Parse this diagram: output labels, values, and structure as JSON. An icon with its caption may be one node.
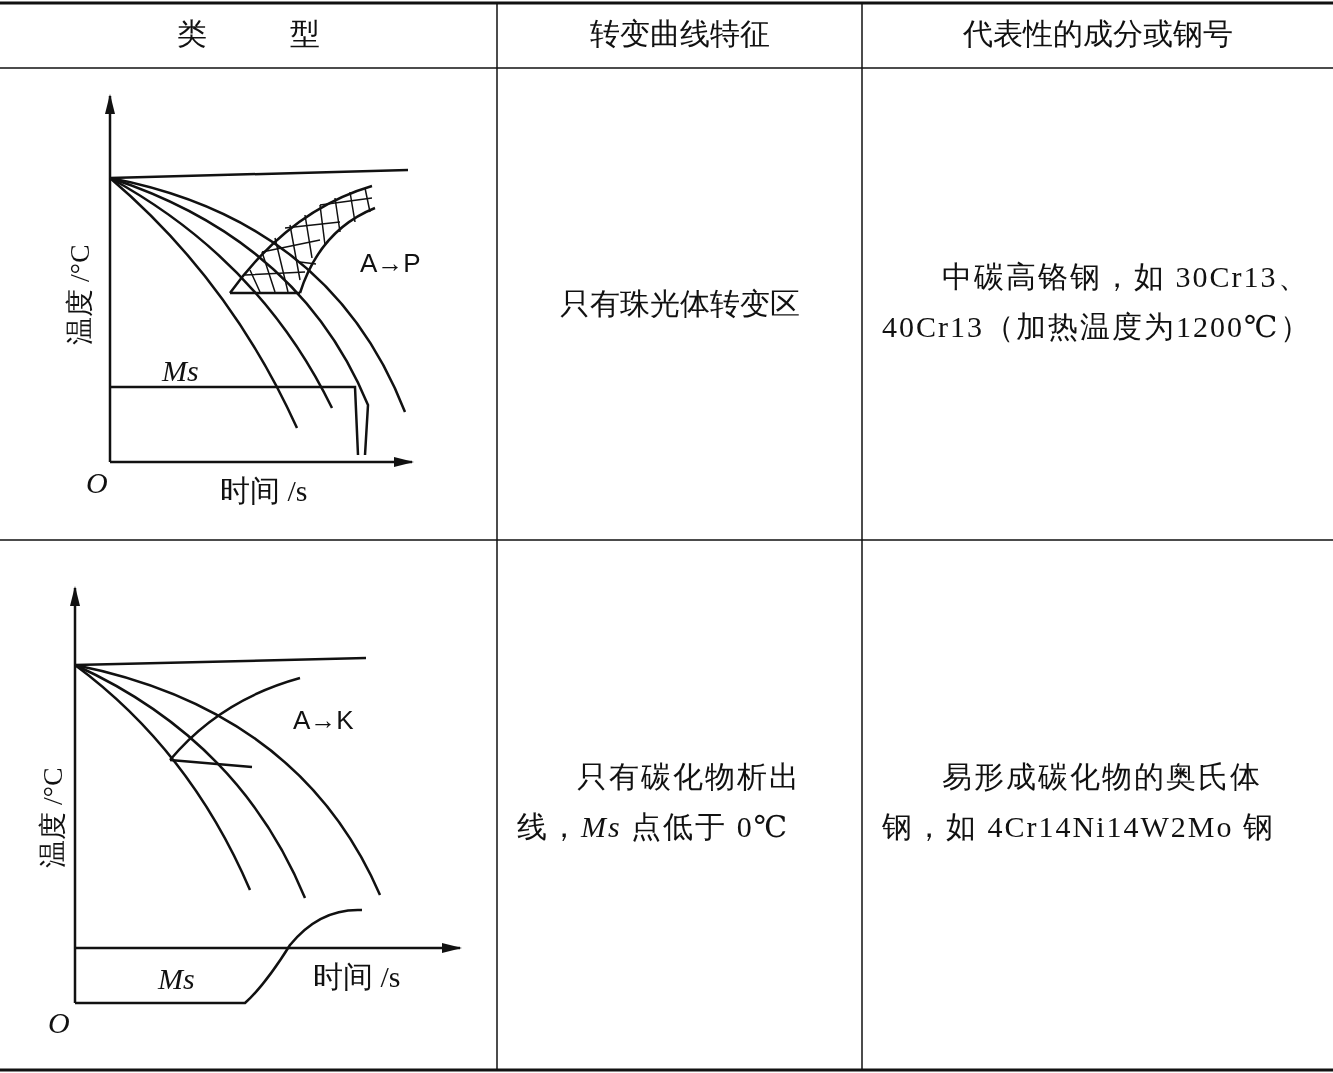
{
  "diagram": {
    "labels": [
      "类 型",
      "转变曲线特征",
      "代表性的成分或钢号",
      "A→P",
      "温度 /°C",
      "Ms",
      "O",
      "时间 /s",
      "只有珠光体转变区",
      "中碳高铬钢，如 30Cr13、40Cr13（加热温度为1200℃）",
      "A→K",
      "温度 /°C",
      "Ms",
      "O",
      "时间 /s",
      "只有碳化物析出线，*Ms* 点低于 0℃",
      "易形成碳化物的奥氏体钢，如 4Cr14Ni14W2Mo 钢"
    ]
  }
}
